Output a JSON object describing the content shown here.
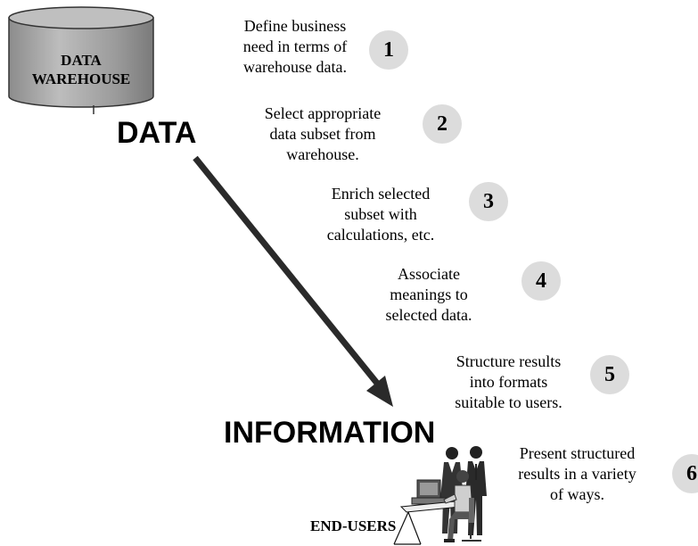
{
  "warehouse": {
    "line1": "DATA",
    "line2": "WAREHOUSE"
  },
  "labels": {
    "data": "DATA",
    "information": "INFORMATION",
    "end_users": "END-USERS"
  },
  "steps": [
    {
      "number": "1",
      "lines": [
        "Define business",
        "need in terms of",
        "warehouse data."
      ]
    },
    {
      "number": "2",
      "lines": [
        "Select appropriate",
        "data subset from",
        "warehouse."
      ]
    },
    {
      "number": "3",
      "lines": [
        "Enrich selected",
        "subset with",
        "calculations, etc."
      ]
    },
    {
      "number": "4",
      "lines": [
        "Associate",
        "meanings to",
        "selected data."
      ]
    },
    {
      "number": "5",
      "lines": [
        "Structure results",
        "into formats",
        "suitable to users."
      ]
    },
    {
      "number": "6",
      "lines": [
        "Present structured",
        "results in a variety",
        "of ways."
      ]
    }
  ]
}
